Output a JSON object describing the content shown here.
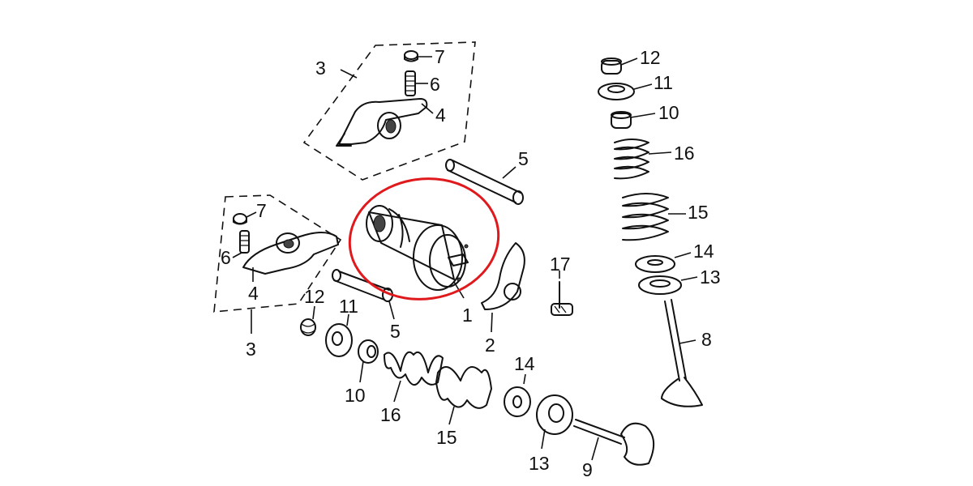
{
  "labels": {
    "l1": "1",
    "l2": "2",
    "l3a": "3",
    "l3b": "3",
    "l4a": "4",
    "l4b": "4",
    "l5a": "5",
    "l5b": "5",
    "l6a": "6",
    "l6b": "6",
    "l7a": "7",
    "l7b": "7",
    "l8": "8",
    "l9": "9",
    "l10a": "10",
    "l10b": "10",
    "l11a": "11",
    "l11b": "11",
    "l12a": "12",
    "l12b": "12",
    "l13a": "13",
    "l13b": "13",
    "l14a": "14",
    "l14b": "14",
    "l15a": "15",
    "l15b": "15",
    "l16a": "16",
    "l16b": "16",
    "l17": "17"
  },
  "colors": {
    "highlight": "#e0191d",
    "line": "#111111"
  },
  "icons": {
    "camshaft": "camshaft-icon",
    "rocker_arm": "rocker-arm-icon",
    "valve_spring": "valve-spring-icon",
    "valve": "valve-icon"
  }
}
